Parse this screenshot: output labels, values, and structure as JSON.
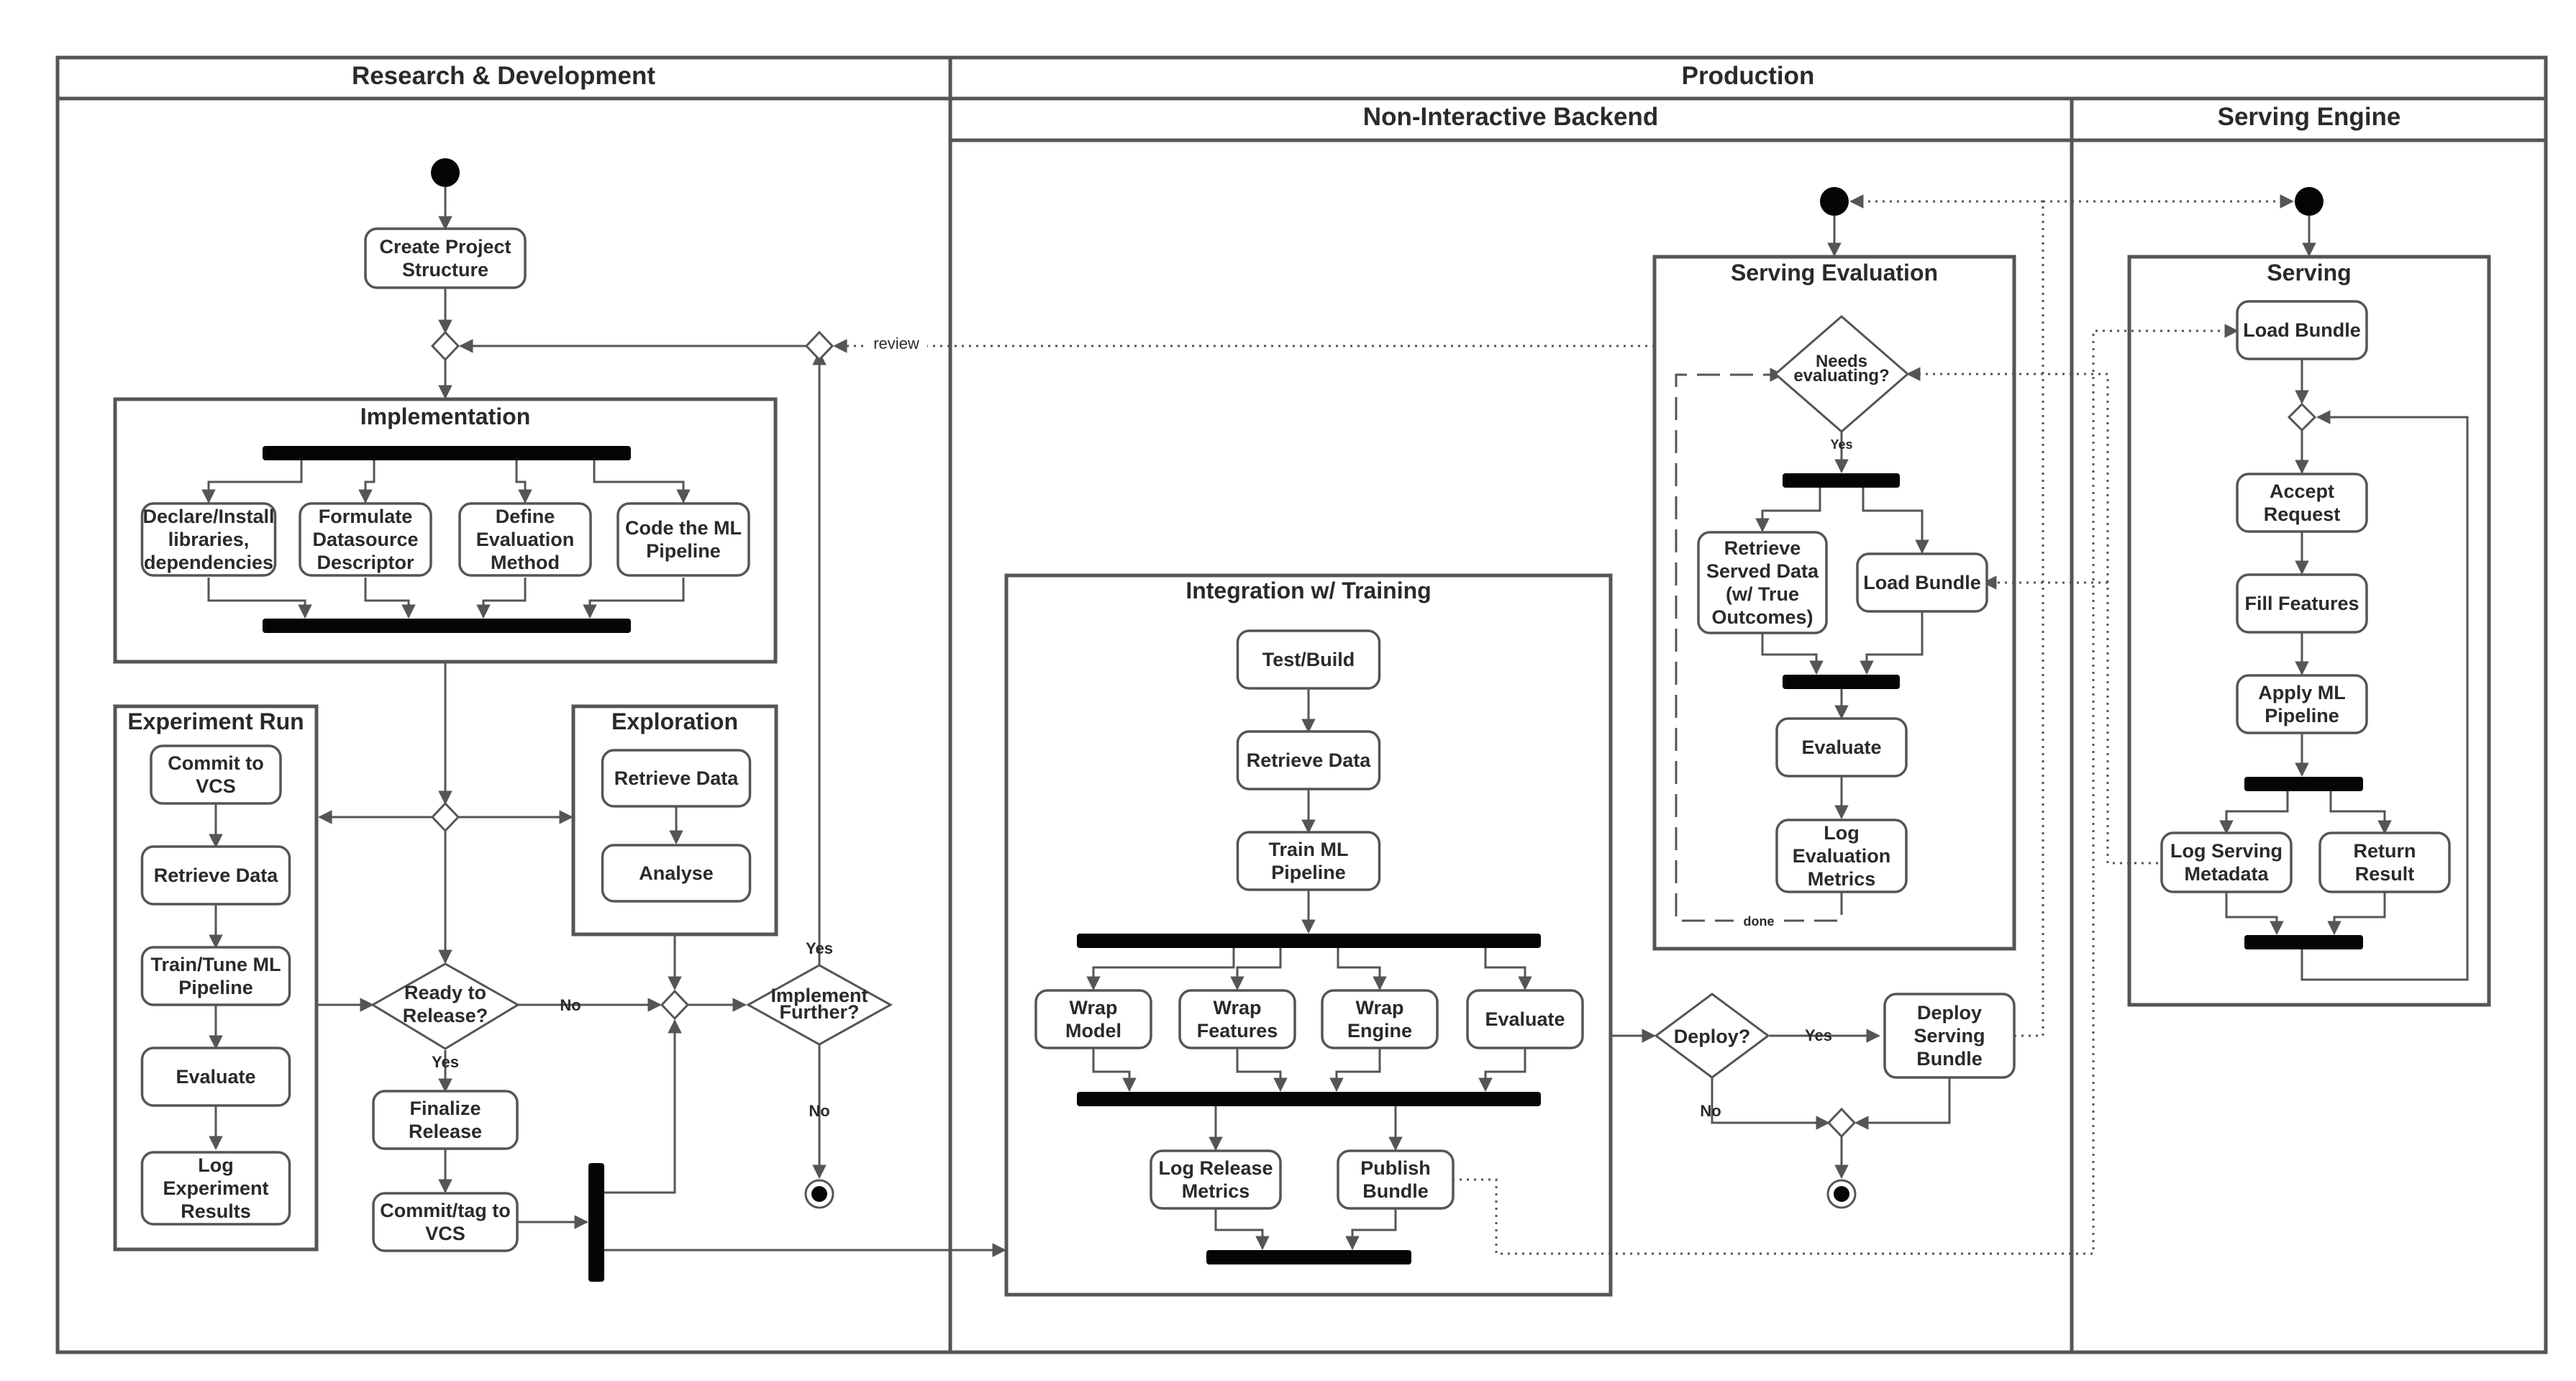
{
  "lanes": {
    "research": "Research & Development",
    "production": "Production",
    "backend": "Non-Interactive Backend",
    "serving_engine": "Serving Engine"
  },
  "groups": {
    "implementation": "Implementation",
    "experiment_run": "Experiment Run",
    "exploration": "Exploration",
    "integration": "Integration w/ Training",
    "serving_evaluation": "Serving Evaluation",
    "serving": "Serving"
  },
  "activities": {
    "create_project": [
      "Create Project",
      "Structure"
    ],
    "declare_install": [
      "Declare/Install",
      "libraries,",
      "dependencies"
    ],
    "formulate_datasource": [
      "Formulate",
      "Datasource",
      "Descriptor"
    ],
    "define_evaluation": [
      "Define",
      "Evaluation",
      "Method"
    ],
    "code_pipeline": [
      "Code the ML",
      "Pipeline"
    ],
    "commit_vcs": [
      "Commit to",
      "VCS"
    ],
    "er_retrieve": [
      "Retrieve Data"
    ],
    "train_tune": [
      "Train/Tune ML",
      "Pipeline"
    ],
    "er_evaluate": [
      "Evaluate"
    ],
    "log_experiment": [
      "Log",
      "Experiment",
      "Results"
    ],
    "ex_retrieve": [
      "Retrieve Data"
    ],
    "analyse": [
      "Analyse"
    ],
    "finalize_release": [
      "Finalize",
      "Release"
    ],
    "commit_tag": [
      "Commit/tag to",
      "VCS"
    ],
    "test_build": [
      "Test/Build"
    ],
    "it_retrieve": [
      "Retrieve Data"
    ],
    "train_pipeline": [
      "Train ML",
      "Pipeline"
    ],
    "wrap_model": [
      "Wrap",
      "Model"
    ],
    "wrap_features": [
      "Wrap",
      "Features"
    ],
    "wrap_engine": [
      "Wrap",
      "Engine"
    ],
    "it_evaluate": [
      "Evaluate"
    ],
    "log_release": [
      "Log Release",
      "Metrics"
    ],
    "publish_bundle": [
      "Publish",
      "Bundle"
    ],
    "retrieve_served": [
      "Retrieve",
      "Served Data",
      "(w/ True",
      "Outcomes)"
    ],
    "se_load_bundle": [
      "Load Bundle"
    ],
    "se_evaluate": [
      "Evaluate"
    ],
    "log_eval": [
      "Log",
      "Evaluation",
      "Metrics"
    ],
    "deploy_bundle": [
      "Deploy",
      "Serving",
      "Bundle"
    ],
    "sv_load_bundle": [
      "Load Bundle"
    ],
    "accept_request": [
      "Accept",
      "Request"
    ],
    "fill_features": [
      "Fill Features"
    ],
    "apply_pipeline": [
      "Apply ML",
      "Pipeline"
    ],
    "log_serving": [
      "Log Serving",
      "Metadata"
    ],
    "return_result": [
      "Return",
      "Result"
    ]
  },
  "decisions": {
    "ready_release": [
      "Ready to",
      "Release?"
    ],
    "implement_further": [
      "Implement",
      "Further?"
    ],
    "needs_evaluating": [
      "Needs",
      "evaluating?"
    ],
    "deploy": [
      "Deploy?"
    ]
  },
  "edge_labels": {
    "review": "review",
    "no_ready": "No",
    "yes_ready": "Yes",
    "yes_implement": "Yes",
    "no_implement": "No",
    "yes_needs": "Yes",
    "done": "done",
    "yes_deploy": "Yes",
    "no_deploy": "No"
  },
  "colors": {
    "stroke": "#555555",
    "bar": "#050505",
    "text": "#2a2a2a",
    "background": "#ffffff"
  }
}
